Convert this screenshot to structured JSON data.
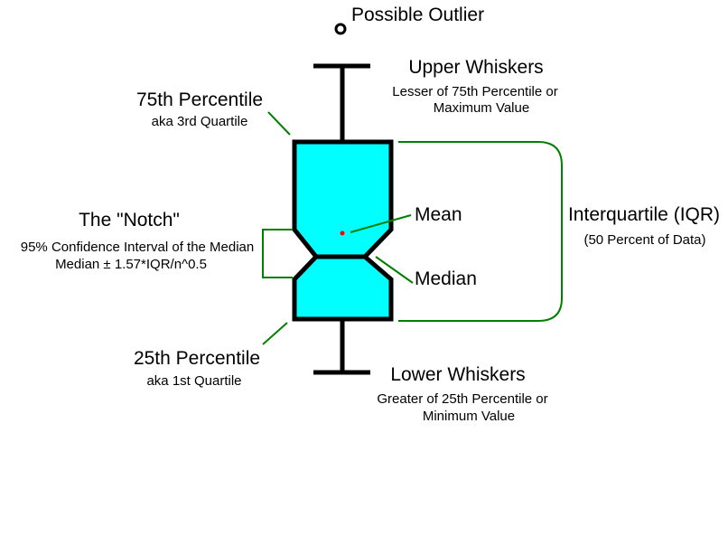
{
  "labels": {
    "outlier": "Possible Outlier",
    "upper_whiskers": {
      "title": "Upper Whiskers",
      "line1": "Lesser of 75th Percentile or",
      "line2": "Maximum Value"
    },
    "percentile_75": {
      "title": "75th Percentile",
      "subtitle": "aka 3rd Quartile"
    },
    "notch": {
      "title": "The \"Notch\"",
      "line1": "95% Confidence Interval of the Median",
      "line2": "Median ± 1.57*IQR/n^0.5"
    },
    "mean": "Mean",
    "median": "Median",
    "iqr": {
      "title": "Interquartile (IQR)",
      "subtitle": "(50 Percent of Data)"
    },
    "percentile_25": {
      "title": "25th Percentile",
      "subtitle": "aka 1st Quartile"
    },
    "lower_whiskers": {
      "title": "Lower Whiskers",
      "line1": "Greater of 25th Percentile or",
      "line2": "Minimum Value"
    }
  },
  "colors": {
    "box_fill": "#00ffff",
    "outline": "#000000",
    "annotation_lines": "#008000",
    "mean_dot": "#ff0000"
  }
}
